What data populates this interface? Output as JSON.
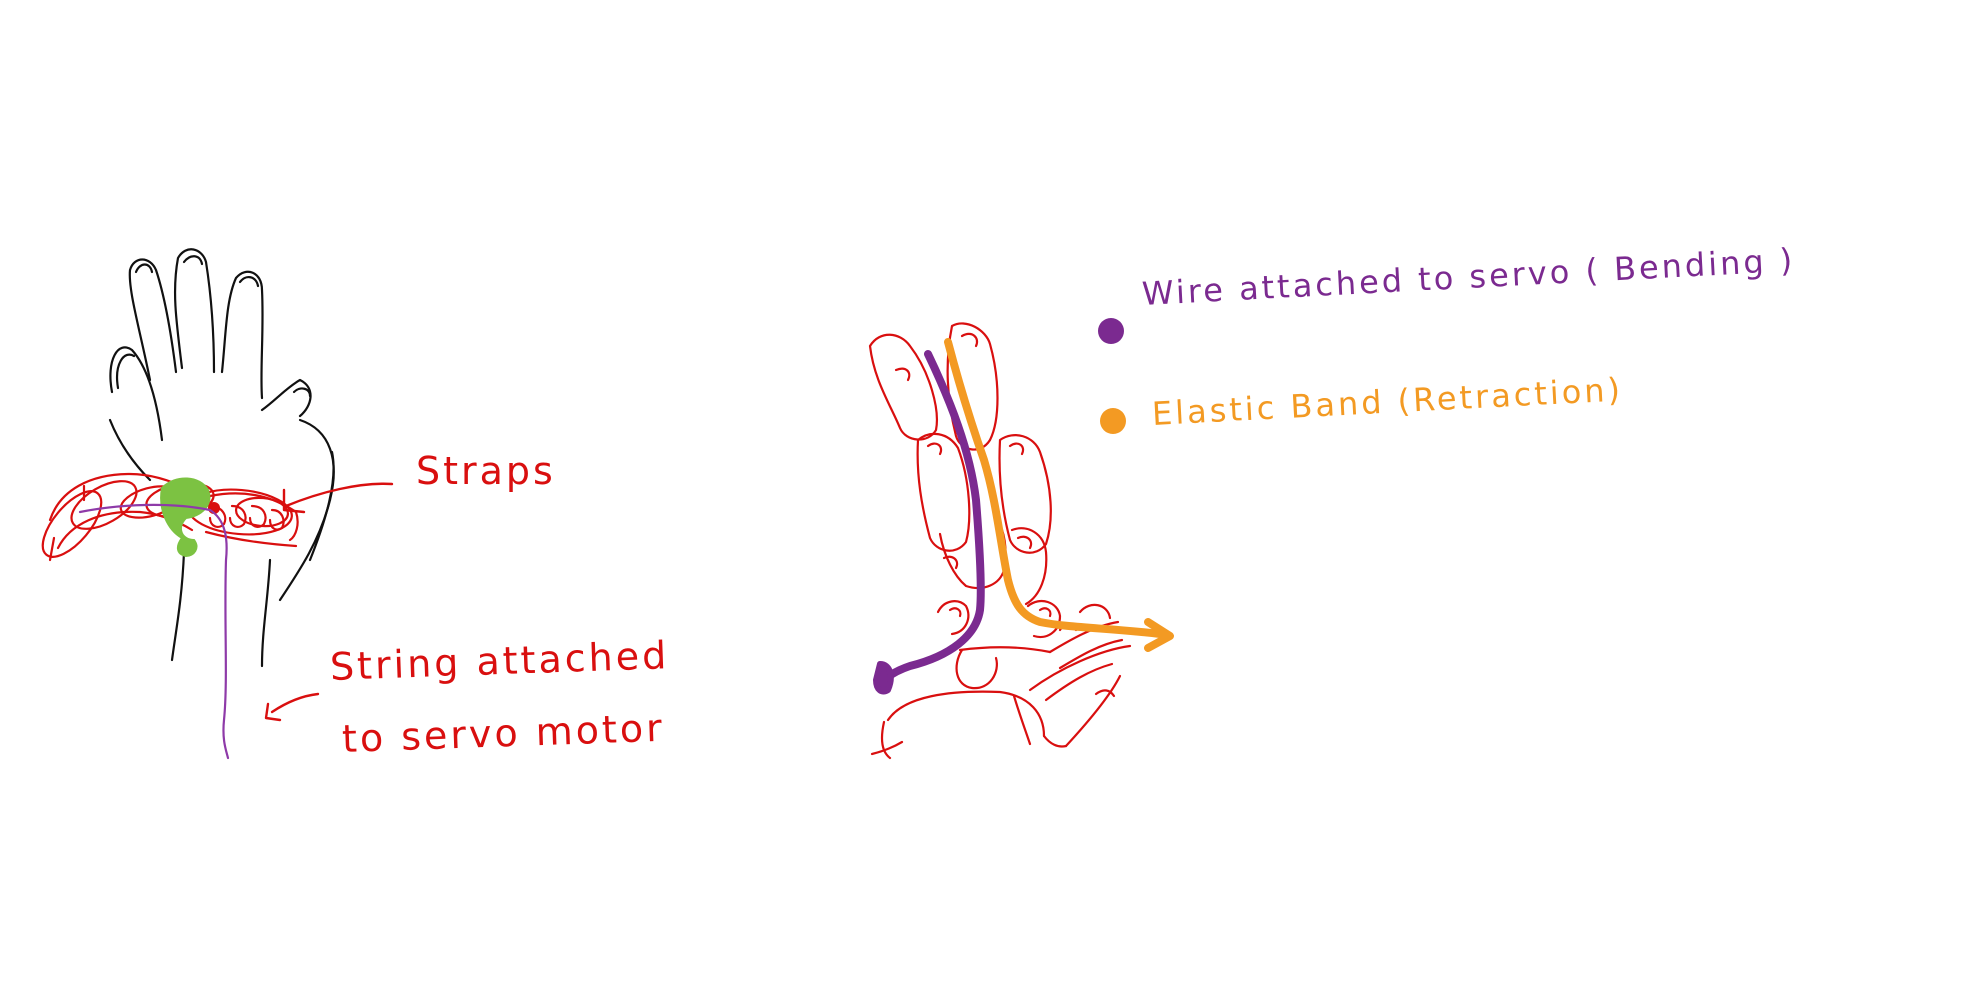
{
  "labels": {
    "straps": "Straps",
    "string_line1": "String attached",
    "string_line2": "to servo motor"
  },
  "legend": [
    {
      "text": "Wire attached to servo ( Bending )",
      "color": "#7b2a90"
    },
    {
      "text": "Elastic Band (Retraction)",
      "color": "#f39a23"
    }
  ],
  "colors": {
    "strap": "#d90f0f",
    "hand_outline": "#111111",
    "string": "#8e3aa8",
    "anchor": "#7cc242",
    "wire": "#7b2a90",
    "elastic": "#f39a23"
  }
}
